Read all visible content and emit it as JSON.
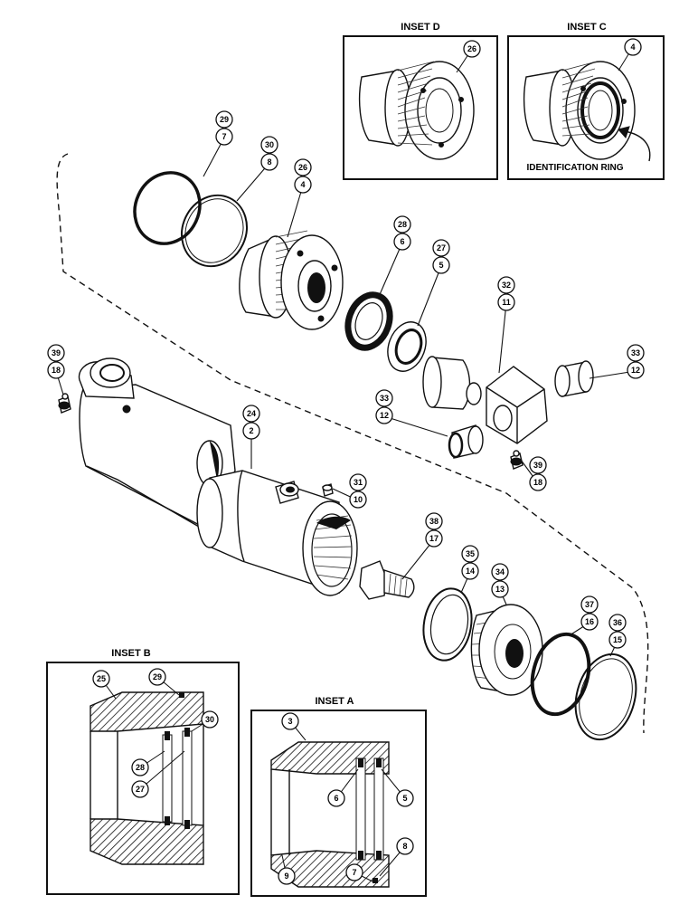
{
  "insets": {
    "d": {
      "title": "INSET D",
      "ref": "26"
    },
    "c": {
      "title": "INSET C",
      "ref": "4",
      "note": "IDENTIFICATION RING"
    },
    "b": {
      "title": "INSET B",
      "refs": [
        "25",
        "29",
        "30",
        "28",
        "27"
      ]
    },
    "a": {
      "title": "INSET A",
      "refs": [
        "3",
        "6",
        "5",
        "8",
        "7",
        "9"
      ]
    }
  },
  "callouts": [
    {
      "top": "29",
      "bottom": "7"
    },
    {
      "top": "30",
      "bottom": "8"
    },
    {
      "top": "26",
      "bottom": "4"
    },
    {
      "top": "28",
      "bottom": "6"
    },
    {
      "top": "27",
      "bottom": "5"
    },
    {
      "top": "32",
      "bottom": "11"
    },
    {
      "top": "33",
      "bottom": "12"
    },
    {
      "top": "33",
      "bottom": "12"
    },
    {
      "top": "39",
      "bottom": "18"
    },
    {
      "top": "39",
      "bottom": "18"
    },
    {
      "top": "24",
      "bottom": "2"
    },
    {
      "top": "31",
      "bottom": "10"
    },
    {
      "top": "38",
      "bottom": "17"
    },
    {
      "top": "35",
      "bottom": "14"
    },
    {
      "top": "34",
      "bottom": "13"
    },
    {
      "top": "37",
      "bottom": "16"
    },
    {
      "top": "36",
      "bottom": "15"
    }
  ]
}
